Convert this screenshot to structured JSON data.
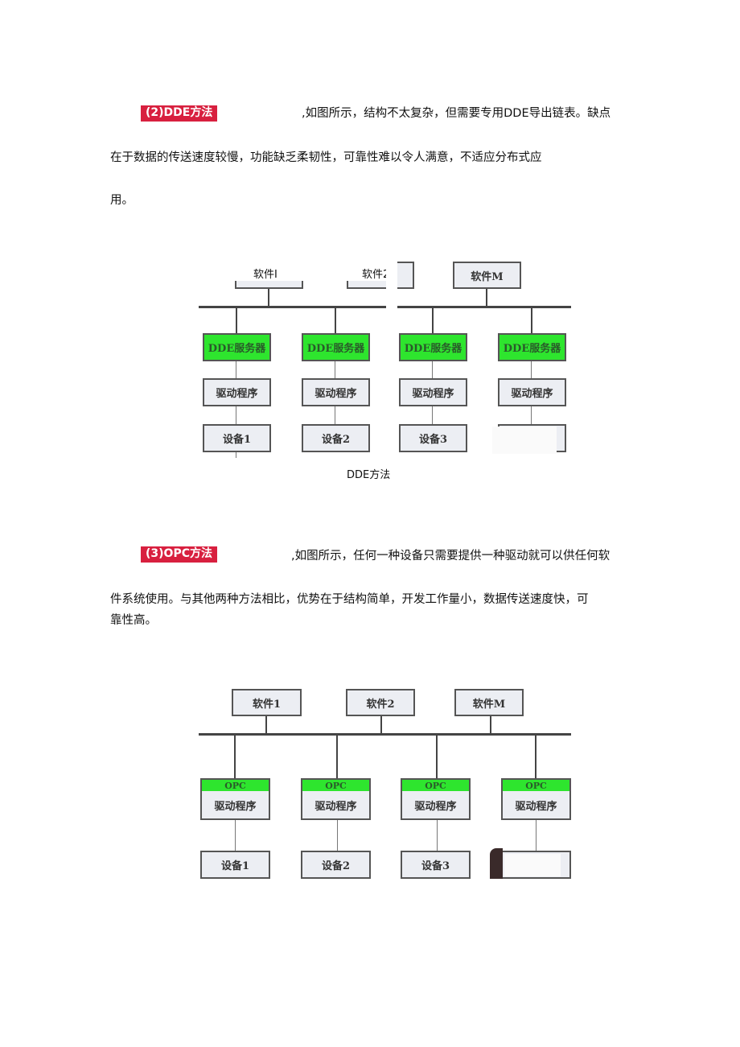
{
  "section2": {
    "tag": "(2)DDE方法",
    "line1": ",如图所示，结构不太复杂，但需要专用DDE导出链表。缺点",
    "line2": "在于数据的传送速度较慢，功能缺乏柔韧性，可靠性难以令人满意，不适应分布式应",
    "line3": "用。"
  },
  "dde_figure": {
    "software": [
      "软件I",
      "软件2",
      "软件M"
    ],
    "servers": [
      "DDE服务器",
      "DDE服务器",
      "DDE服务器",
      "DDE服务器"
    ],
    "drivers": [
      "驱动程序",
      "驱动程序",
      "驱动程序",
      "驱动程序"
    ],
    "devices": [
      "设备1",
      "设备2",
      "设备3"
    ],
    "caption": "DDE方法",
    "accent": "#2ee52e"
  },
  "section3": {
    "tag": "(3)OPC方法",
    "line1": ",如图所示，任何一种设备只需要提供一种驱动就可以供任何软",
    "line2": "件系统使用。与其他两种方法相比，优势在于结构简单，开发工作量小，数据传送速度快，可",
    "line3": "靠性高。"
  },
  "opc_figure": {
    "software": [
      "软件1",
      "软件2",
      "软件M"
    ],
    "opc": [
      "OPC",
      "OPC",
      "OPC",
      "OPC"
    ],
    "drivers": [
      "驱动程序",
      "驱动程序",
      "驱动程序",
      "驱动程序"
    ],
    "devices": [
      "设备1",
      "设备2",
      "设备3"
    ],
    "accent": "#2ee52e"
  },
  "tag_color": "#d8203f"
}
